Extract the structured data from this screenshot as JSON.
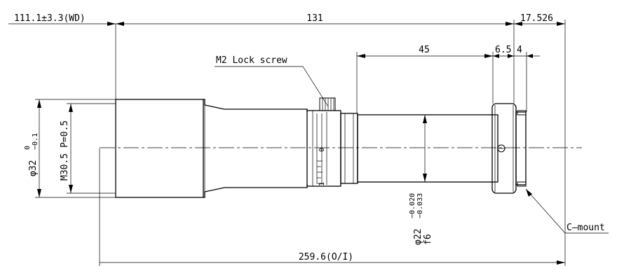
{
  "dimensions": {
    "working_distance": "111.1±3.3(WD)",
    "length_main": "131",
    "flange_offset": "17.526",
    "length_45": "45",
    "length_6_5": "6.5",
    "length_4": "4",
    "overall_length": "259.6(O/I)"
  },
  "callouts": {
    "lock_screw": "M2 Lock screw",
    "c_mount": "C–mount"
  },
  "diameters": {
    "front_prefix": "φ32",
    "front_tol_upper": "0",
    "front_tol_lower": "−0.1",
    "thread": "M30.5 P=0.5",
    "barrel_prefix": "φ22",
    "barrel_tol_upper": "−0.020",
    "barrel_tol_lower": "−0.033",
    "barrel_fit": "f6"
  },
  "scale_marks": {
    "zero": "0",
    "one": "1"
  }
}
